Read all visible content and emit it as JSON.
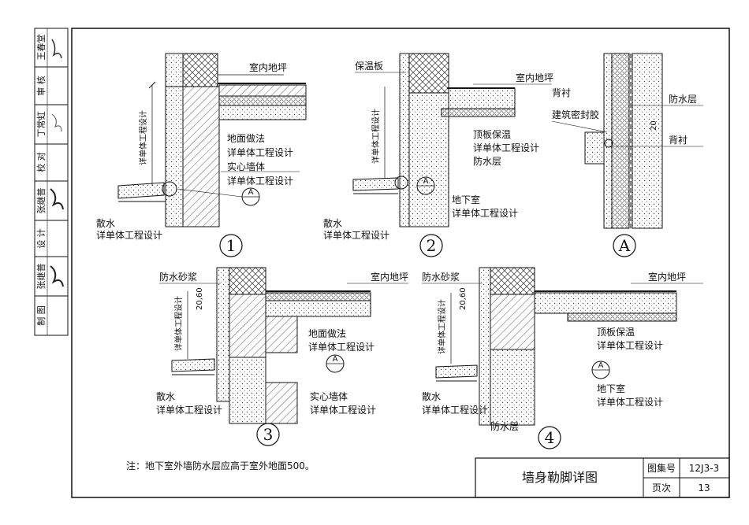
{
  "sidebar": {
    "roles": [
      "王春堂",
      "审 核",
      "丁常虹",
      "校 对",
      "张继普",
      "设 计",
      "张继普",
      "制 图"
    ]
  },
  "details": {
    "d1": {
      "num": "1",
      "labels": [
        "室内地坪",
        "地面做法",
        "详单体工程设计",
        "实心墙体",
        "详单体工程设计",
        "散水",
        "详单体工程设计"
      ],
      "vlabel": "详单体工程设计",
      "ref": "A"
    },
    "d2": {
      "num": "2",
      "labels": [
        "保温板",
        "室内地坪",
        "顶板保温",
        "详单体工程设计",
        "防水层",
        "地下室",
        "详单体工程设计",
        "散水",
        "详单体工程设计"
      ],
      "vlabel": "详单体工程设计",
      "ref": "A"
    },
    "dA": {
      "num": "A",
      "labels": [
        "背衬",
        "建筑密封胶",
        "防水层",
        "背衬"
      ],
      "dim": "20"
    },
    "d3": {
      "num": "3",
      "labels": [
        "防水砂浆",
        "室内地坪",
        "地面做法",
        "详单体工程设计",
        "散水",
        "详单体工程设计",
        "实心墙体",
        "详单体工程设计"
      ],
      "vlabel": "详单体工程设计",
      "dim": "20,60",
      "ref": "A"
    },
    "d4": {
      "num": "4",
      "labels": [
        "防水砂浆",
        "室内地坪",
        "顶板保温",
        "详单体工程设计",
        "散水",
        "详单体工程设计",
        "地下室",
        "详单体工程设计",
        "防水层"
      ],
      "vlabel": "详单体工程设计",
      "dim": "20,60",
      "ref": "A"
    }
  },
  "note": "注：地下室外墙防水层应高于室外地面500。",
  "title_block": {
    "title": "墙身勒脚详图",
    "atlas_label": "图集号",
    "atlas_value": "12J3-3",
    "page_label": "页次",
    "page_value": "13"
  }
}
